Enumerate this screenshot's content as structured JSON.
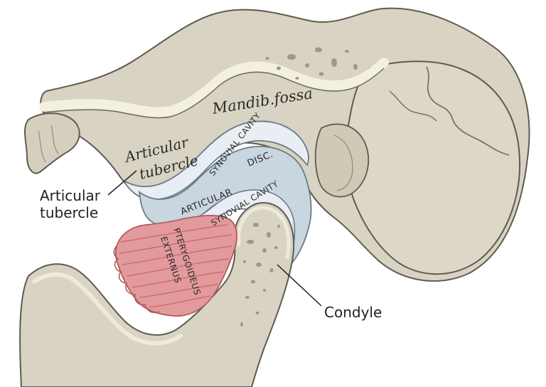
{
  "labels": {
    "mandibular_fossa": "Mandib.fossa",
    "articular_tubercle_line1": "Articular",
    "articular_tubercle_line2": "tubercle",
    "synovial_cavity_upper": "SYNOVIAL CAVITY",
    "articular_disc_word1": "ARTICULAR",
    "articular_disc_word2": "DISC.",
    "synovial_cavity_lower": "SYNOVIAL CAVITY",
    "pterygoideus_line1": "PTERYGOIDEUS",
    "pterygoideus_line2": "EXTERNUS",
    "callout_articular_line1": "Articular",
    "callout_articular_line2": "tubercle",
    "callout_condyle": "Condyle"
  },
  "colors": {
    "bone": "#d8d3c2",
    "bone_light": "#e6e1d1",
    "bone_shadow": "#bdb7a4",
    "cortex": "#f3efe1",
    "outline": "#5f5b52",
    "disc": "#c9d6e0",
    "disc_shadow": "#aebfcd",
    "synovial": "#e8eef3",
    "muscle": "#e29a9c",
    "muscle_dark": "#c8666c",
    "pore": "#9e9886"
  }
}
